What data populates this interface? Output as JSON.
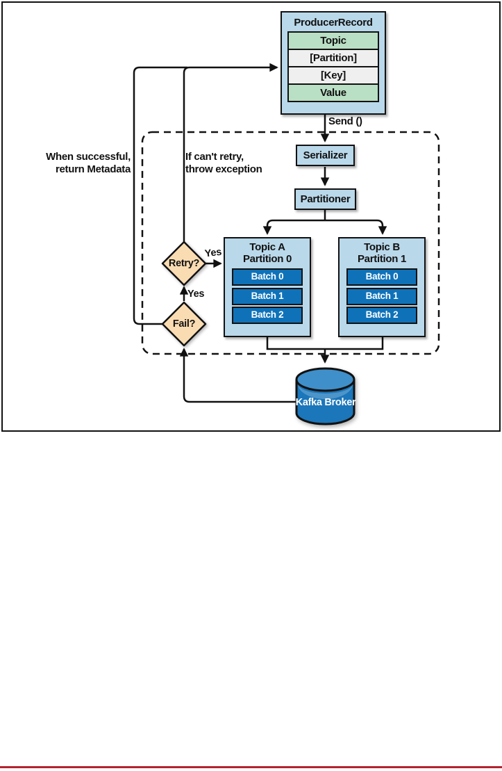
{
  "figure": {
    "producer_record": {
      "title": "ProducerRecord",
      "fields": [
        {
          "label": "Topic",
          "type": "green"
        },
        {
          "label": "[Partition]",
          "type": "gray"
        },
        {
          "label": "[Key]",
          "type": "gray"
        },
        {
          "label": "Value",
          "type": "green"
        }
      ]
    },
    "send_label": "Send ()",
    "serializer_label": "Serializer",
    "partitioner_label": "Partitioner",
    "topics": [
      {
        "line1": "Topic A",
        "line2": "Partition 0",
        "batches": [
          "Batch 0",
          "Batch 1",
          "Batch 2"
        ]
      },
      {
        "line1": "Topic B",
        "line2": "Partition 1",
        "batches": [
          "Batch 0",
          "Batch 1",
          "Batch 2"
        ]
      }
    ],
    "broker_label": "Kafka Broker",
    "retry_label": "Retry?",
    "fail_label": "Fail?",
    "retry_yes_label": "Yes",
    "fail_yes_label": "Yes",
    "success_note": {
      "line1": "When successful,",
      "line2": "return Metadata"
    },
    "exception_note": {
      "line1": "If can't retry,",
      "line2": "throw exception"
    }
  },
  "colors": {
    "box_blue": "#b9d8ea",
    "field_green": "#b9dfc4",
    "field_gray": "#efefef",
    "batch_blue": "#0f72b9",
    "broker_blue": "#1b76ba",
    "broker_top_blue": "#3f8fca",
    "diamond_tan": "#fadcb2",
    "footer_red": "#b22430"
  }
}
